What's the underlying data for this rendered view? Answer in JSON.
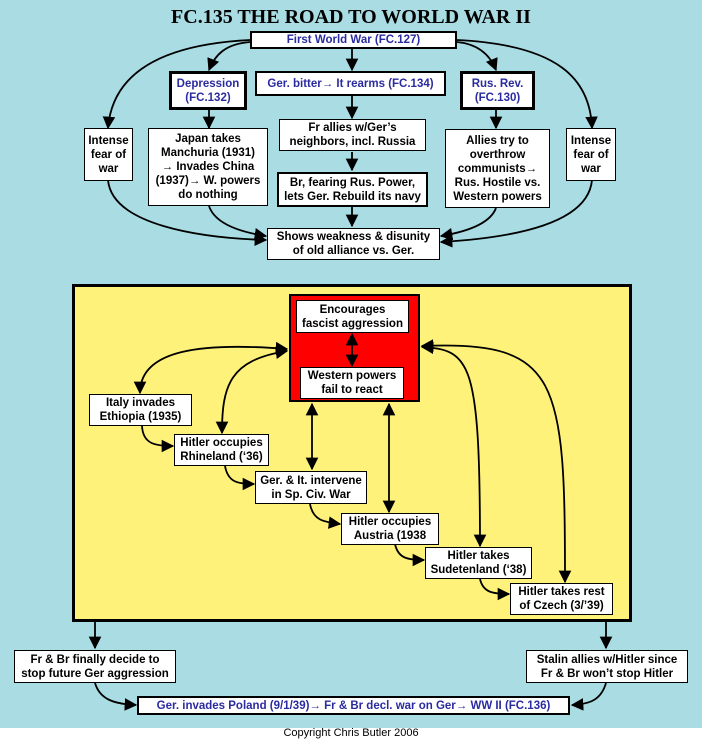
{
  "title": "FC.135 THE ROAD TO WORLD WAR II",
  "copyright": "Copyright Chris Butler 2006",
  "top": {
    "ww1": "First World War  (FC.127)",
    "depression": "Depression\n(FC.132)",
    "ger_bitter": "Ger. bitter→ It rearms (FC.134)",
    "rus_rev": "Rus. Rev.\n(FC.130)",
    "intense_left": "Intense\nfear of\nwar",
    "intense_right": "Intense\nfear of\nwar",
    "japan": "Japan takes\nManchuria (1931)\n→ Invades China\n(1937)→ W. powers\ndo nothing",
    "fr_allies": "Fr allies w/Ger’s\nneighbors, incl. Russia",
    "br_fearing": "Br, fearing Rus. Power,\nlets Ger. Rebuild its navy",
    "allies_try": "Allies try to\noverthrow\ncommunists→\nRus. Hostile vs.\nWestern powers",
    "weakness": "Shows weakness & disunity\nof old alliance vs. Ger."
  },
  "center": {
    "encourages": "Encourages\nfascist aggression",
    "western": "Western powers\nfail to react"
  },
  "events": {
    "italy": "Italy invades\nEthiopia (1935)",
    "rhineland": "Hitler occupies\nRhineland (‘36)",
    "spain": "Ger. & It. intervene\nin Sp. Civ. War",
    "austria": "Hitler occupies\nAustria (1938",
    "sudetenland": "Hitler takes\nSudetenland (‘38)",
    "czech": "Hitler takes rest\nof Czech (3/’39)"
  },
  "bottom": {
    "fr_br_decide": "Fr & Br finally decide to\nstop future Ger aggression",
    "stalin": "Stalin allies w/Hitler since\nFr & Br won’t stop Hitler",
    "poland": "Ger. invades Poland (9/1/39)→ Fr & Br decl. war on Ger→ WW II (FC.136)"
  },
  "colors": {
    "background": "#a9dce3",
    "panel": "#fff27a",
    "center_red": "#ff0000",
    "link_blue": "#2b2ba0"
  }
}
